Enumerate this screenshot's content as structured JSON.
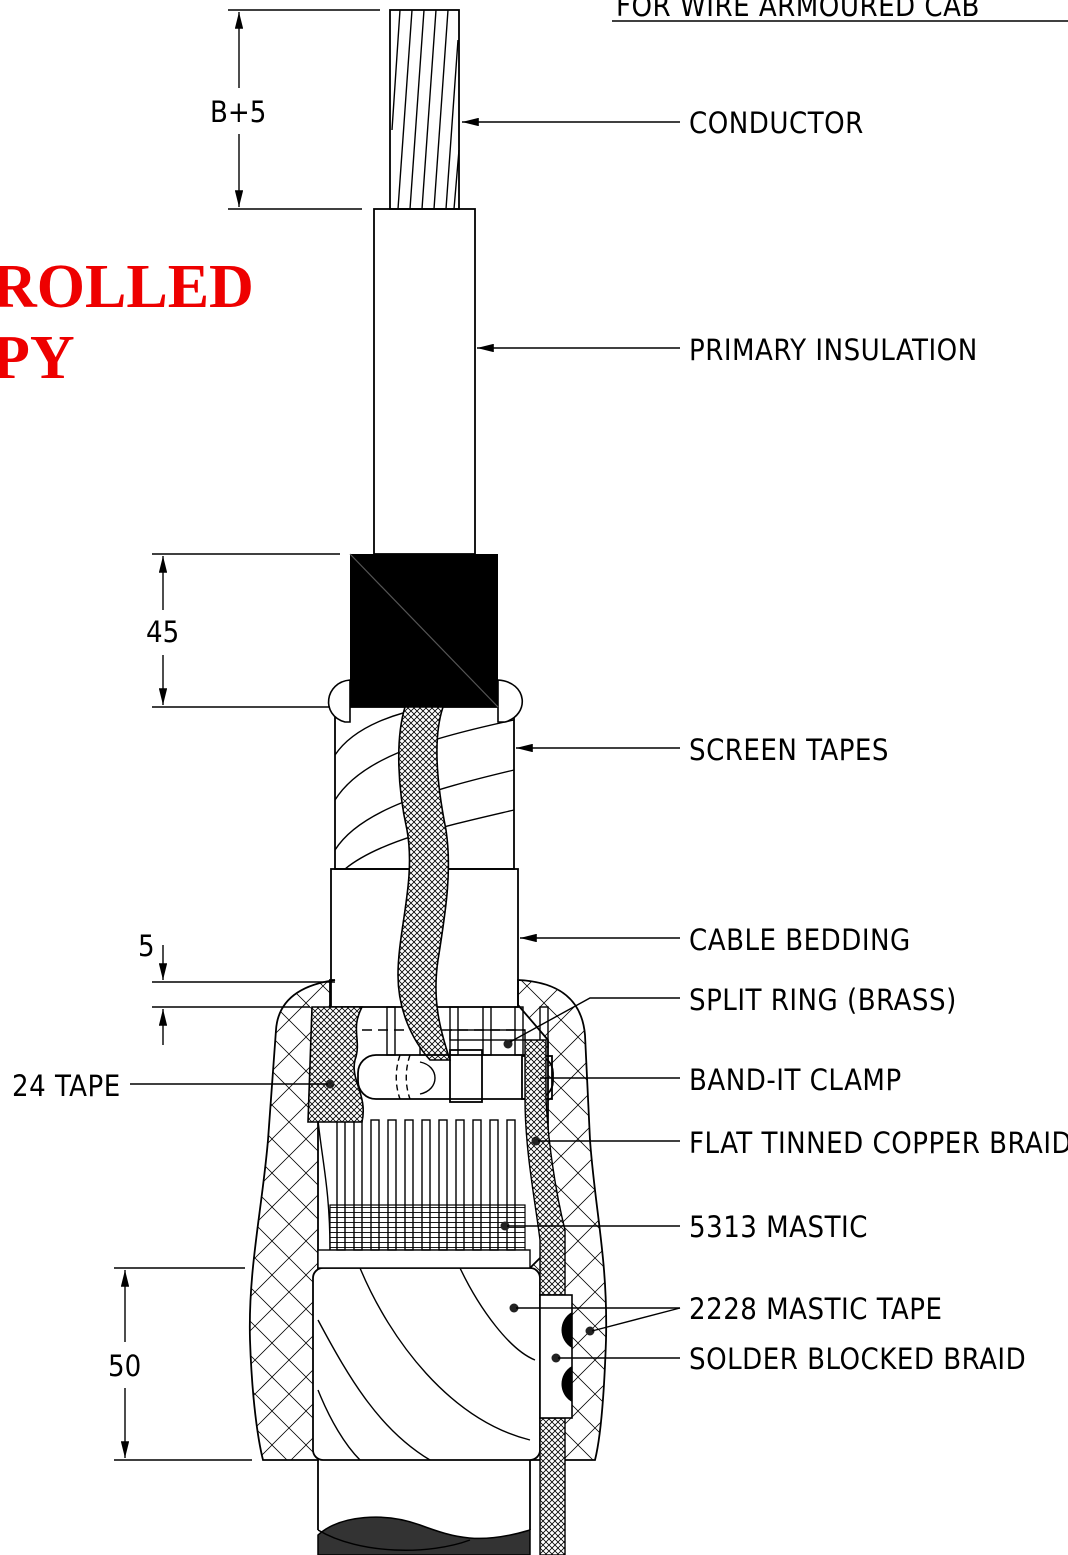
{
  "header": {
    "text": "FOR  WIRE  ARMOURED  CAB"
  },
  "stamp": {
    "line1": "ROLLED",
    "line2": "PY"
  },
  "labels": {
    "conductor": "CONDUCTOR",
    "primary_insulation": "PRIMARY  INSULATION",
    "screen_tapes": "SCREEN  TAPES",
    "cable_bedding": "CABLE  BEDDING",
    "split_ring": "SPLIT  RING  (BRASS)",
    "band_it_clamp": "BAND-IT  CLAMP",
    "flat_braid": "FLAT  TINNED  COPPER  BRAID",
    "mastic_5313": "5313  MASTIC",
    "mastic_tape_2228": "2228  MASTIC  TAPE",
    "solder_braid": "SOLDER  BLOCKED  BRAID",
    "tape_24": "24  TAPE"
  },
  "dimensions": {
    "conductor_exposed": "B+5",
    "screen_length": "45",
    "split_ring_offset": "5",
    "mastic_tape_length": "50"
  },
  "colors": {
    "stamp": "#ee0000",
    "ink": "#000000"
  }
}
